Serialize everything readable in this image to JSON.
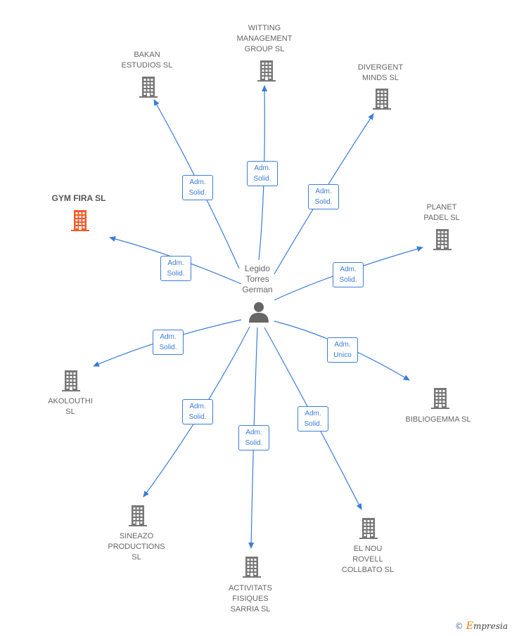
{
  "center": {
    "name": "Legido\nTorres\nGerman",
    "icon": "person-icon"
  },
  "colors": {
    "edge": "#3b7dd8",
    "building": "#777777",
    "highlight": "#f25c2a",
    "person": "#666666"
  },
  "nodes": [
    {
      "id": "witting",
      "name": "WITTING\nMANAGEMENT\nGROUP  SL",
      "edge_label": "Adm.\nSolid.",
      "icon": "building-icon",
      "highlight": false
    },
    {
      "id": "bakan",
      "name": "BAKAN\nESTUDIOS  SL",
      "edge_label": "Adm.\nSolid.",
      "icon": "building-icon",
      "highlight": false
    },
    {
      "id": "divergent",
      "name": "DIVERGENT\nMINDS  SL",
      "edge_label": "Adm.\nSolid.",
      "icon": "building-icon",
      "highlight": false
    },
    {
      "id": "gymfira",
      "name": "GYM FIRA  SL",
      "edge_label": "Adm.\nSolid.",
      "icon": "building-icon",
      "highlight": true
    },
    {
      "id": "planet",
      "name": "PLANET\nPADEL SL",
      "edge_label": "Adm.\nSolid.",
      "icon": "building-icon",
      "highlight": false
    },
    {
      "id": "akolouthi",
      "name": "AKOLOUTHI\nSL",
      "edge_label": "Adm.\nSolid.",
      "icon": "building-icon",
      "highlight": false
    },
    {
      "id": "bibliogemma",
      "name": "BIBLIOGEMMA SL",
      "edge_label": "Adm.\nUnico",
      "icon": "building-icon",
      "highlight": false
    },
    {
      "id": "sineazo",
      "name": "SINEAZO\nPRODUCTIONS\nSL",
      "edge_label": "Adm.\nSolid.",
      "icon": "building-icon",
      "highlight": false
    },
    {
      "id": "activitats",
      "name": "ACTIVITATS\nFISIQUES\nSARRIA  SL",
      "edge_label": "Adm.\nSolid.",
      "icon": "building-icon",
      "highlight": false
    },
    {
      "id": "elnou",
      "name": "EL NOU\nROVELL\nCOLLBATO SL",
      "edge_label": "Adm.\nSolid.",
      "icon": "building-icon",
      "highlight": false
    }
  ],
  "watermark": {
    "symbol": "©",
    "initial": "E",
    "rest": "mpresia"
  }
}
